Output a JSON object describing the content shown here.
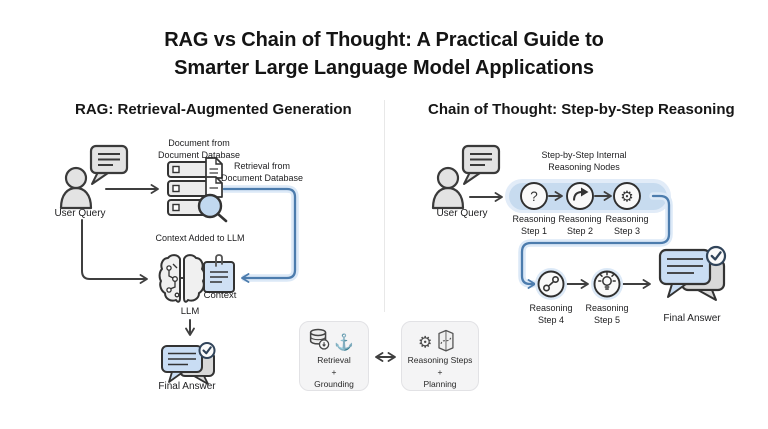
{
  "title": "RAG vs Chain of Thought: A Practical Guide to Smarter Large Language Model Applications",
  "left_panel": {
    "header": "RAG: Retrieval-Augmented Generation",
    "user_query_label": "User Query",
    "database_label": "Document from Document Database",
    "retrieval_label": "Retrieval from Document Database",
    "context_added_label": "Context Added to LLM",
    "context_label": "Context",
    "llm_label": "LLM",
    "final_answer_label": "Final Answer"
  },
  "right_panel": {
    "header": "Chain of Thought: Step-by-Step Reasoning",
    "user_query_label": "User Query",
    "nodes_caption": "Step-by-Step Internal Reasoning Nodes",
    "steps": [
      {
        "label": "Reasoning Step 1"
      },
      {
        "label": "Reasoning Step 2"
      },
      {
        "label": "Reasoning Step 3"
      },
      {
        "label": "Reasoning Step 4"
      },
      {
        "label": "Reasoning Step 5"
      }
    ],
    "final_answer_label": "Final Answer"
  },
  "comparison": {
    "rag_box": {
      "line1": "Retrieval",
      "plus": "+",
      "line2": "Grounding"
    },
    "cot_box": {
      "line1": "Reasoning Steps",
      "plus": "+",
      "line2": "Planning"
    }
  },
  "icons": {
    "question_glyph": "?",
    "gear_glyph": "⚙",
    "anchor_glyph": "⚓"
  },
  "colors": {
    "accent_blue": "#4c7cad",
    "accent_blue_fill": "#c7dbef",
    "ink": "#1d1d1f"
  }
}
